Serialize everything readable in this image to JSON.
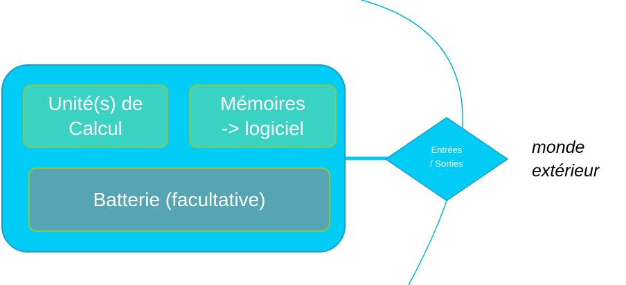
{
  "diagram": {
    "device": {
      "cpu_line1": "Unité(s) de",
      "cpu_line2": "Calcul",
      "memory_line1": "Mémoires",
      "memory_line2": "-> logiciel",
      "battery": "Batterie (facultative)"
    },
    "io": {
      "line1": "Entrées",
      "line2": "/ Sorties"
    },
    "world": {
      "line1": "monde",
      "line2": "extérieur"
    }
  },
  "colors": {
    "device_fill": "#00ccf5",
    "device_border": "#1aa0c8",
    "component_fill": "#3ad3c3",
    "component_border": "#8cc63f",
    "battery_fill": "#55a5b5",
    "boundary_line": "#00b4e0",
    "text_light": "#ffffff",
    "text_dark": "#000000"
  }
}
